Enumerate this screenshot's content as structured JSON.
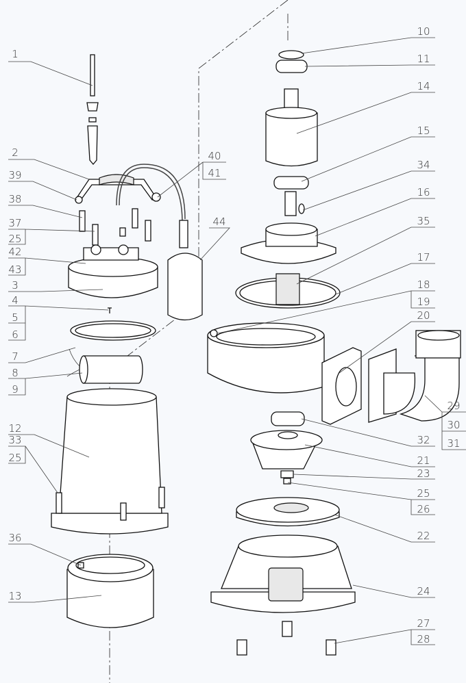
{
  "diagram": {
    "title": "Submersible pump exploded view",
    "left_labels": [
      "1",
      "2",
      "39",
      "38",
      "37",
      "25",
      "42",
      "43",
      "3",
      "4",
      "5",
      "6",
      "7",
      "8",
      "9",
      "12",
      "33",
      "25",
      "36",
      "13"
    ],
    "right_labels": [
      "10",
      "11",
      "14",
      "15",
      "34",
      "16",
      "35",
      "17",
      "18",
      "19",
      "20",
      "29",
      "30",
      "31",
      "32",
      "21",
      "23",
      "25",
      "26",
      "22",
      "24",
      "27",
      "28"
    ],
    "float_switch_labels": [
      "40",
      "41",
      "44"
    ],
    "colors": {
      "background": "#f7f9fc",
      "line": "#111111"
    }
  }
}
